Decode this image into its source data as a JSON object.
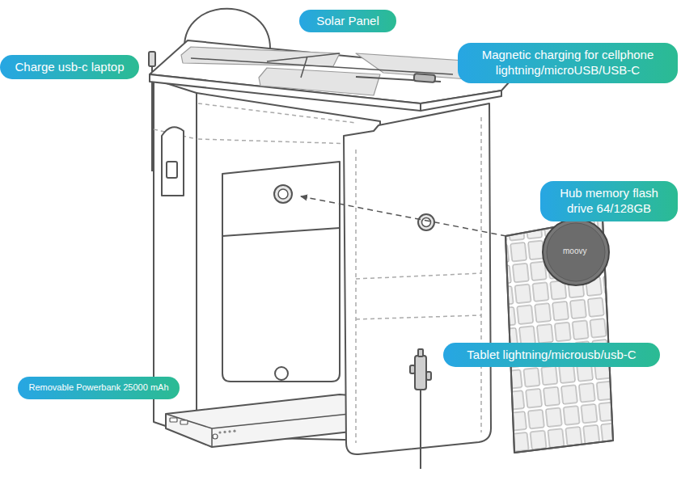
{
  "diagram": {
    "nodes": [
      {
        "text": [
          "Solar Panel"
        ]
      },
      {
        "text": [
          "Charge usb-c laptop"
        ]
      },
      {
        "text": [
          "Magnetic charging for cellphone lightning/microUSB/USB-C"
        ]
      },
      {
        "text": [
          "Hub memory flash drive 64/128GB"
        ]
      },
      {
        "text": [
          "Tablet lightning/microusb/usb-C"
        ]
      },
      {
        "text": [
          "Removable Powerbank 25000 mAh"
        ]
      }
    ],
    "labels": [
      "moovy"
    ]
  }
}
